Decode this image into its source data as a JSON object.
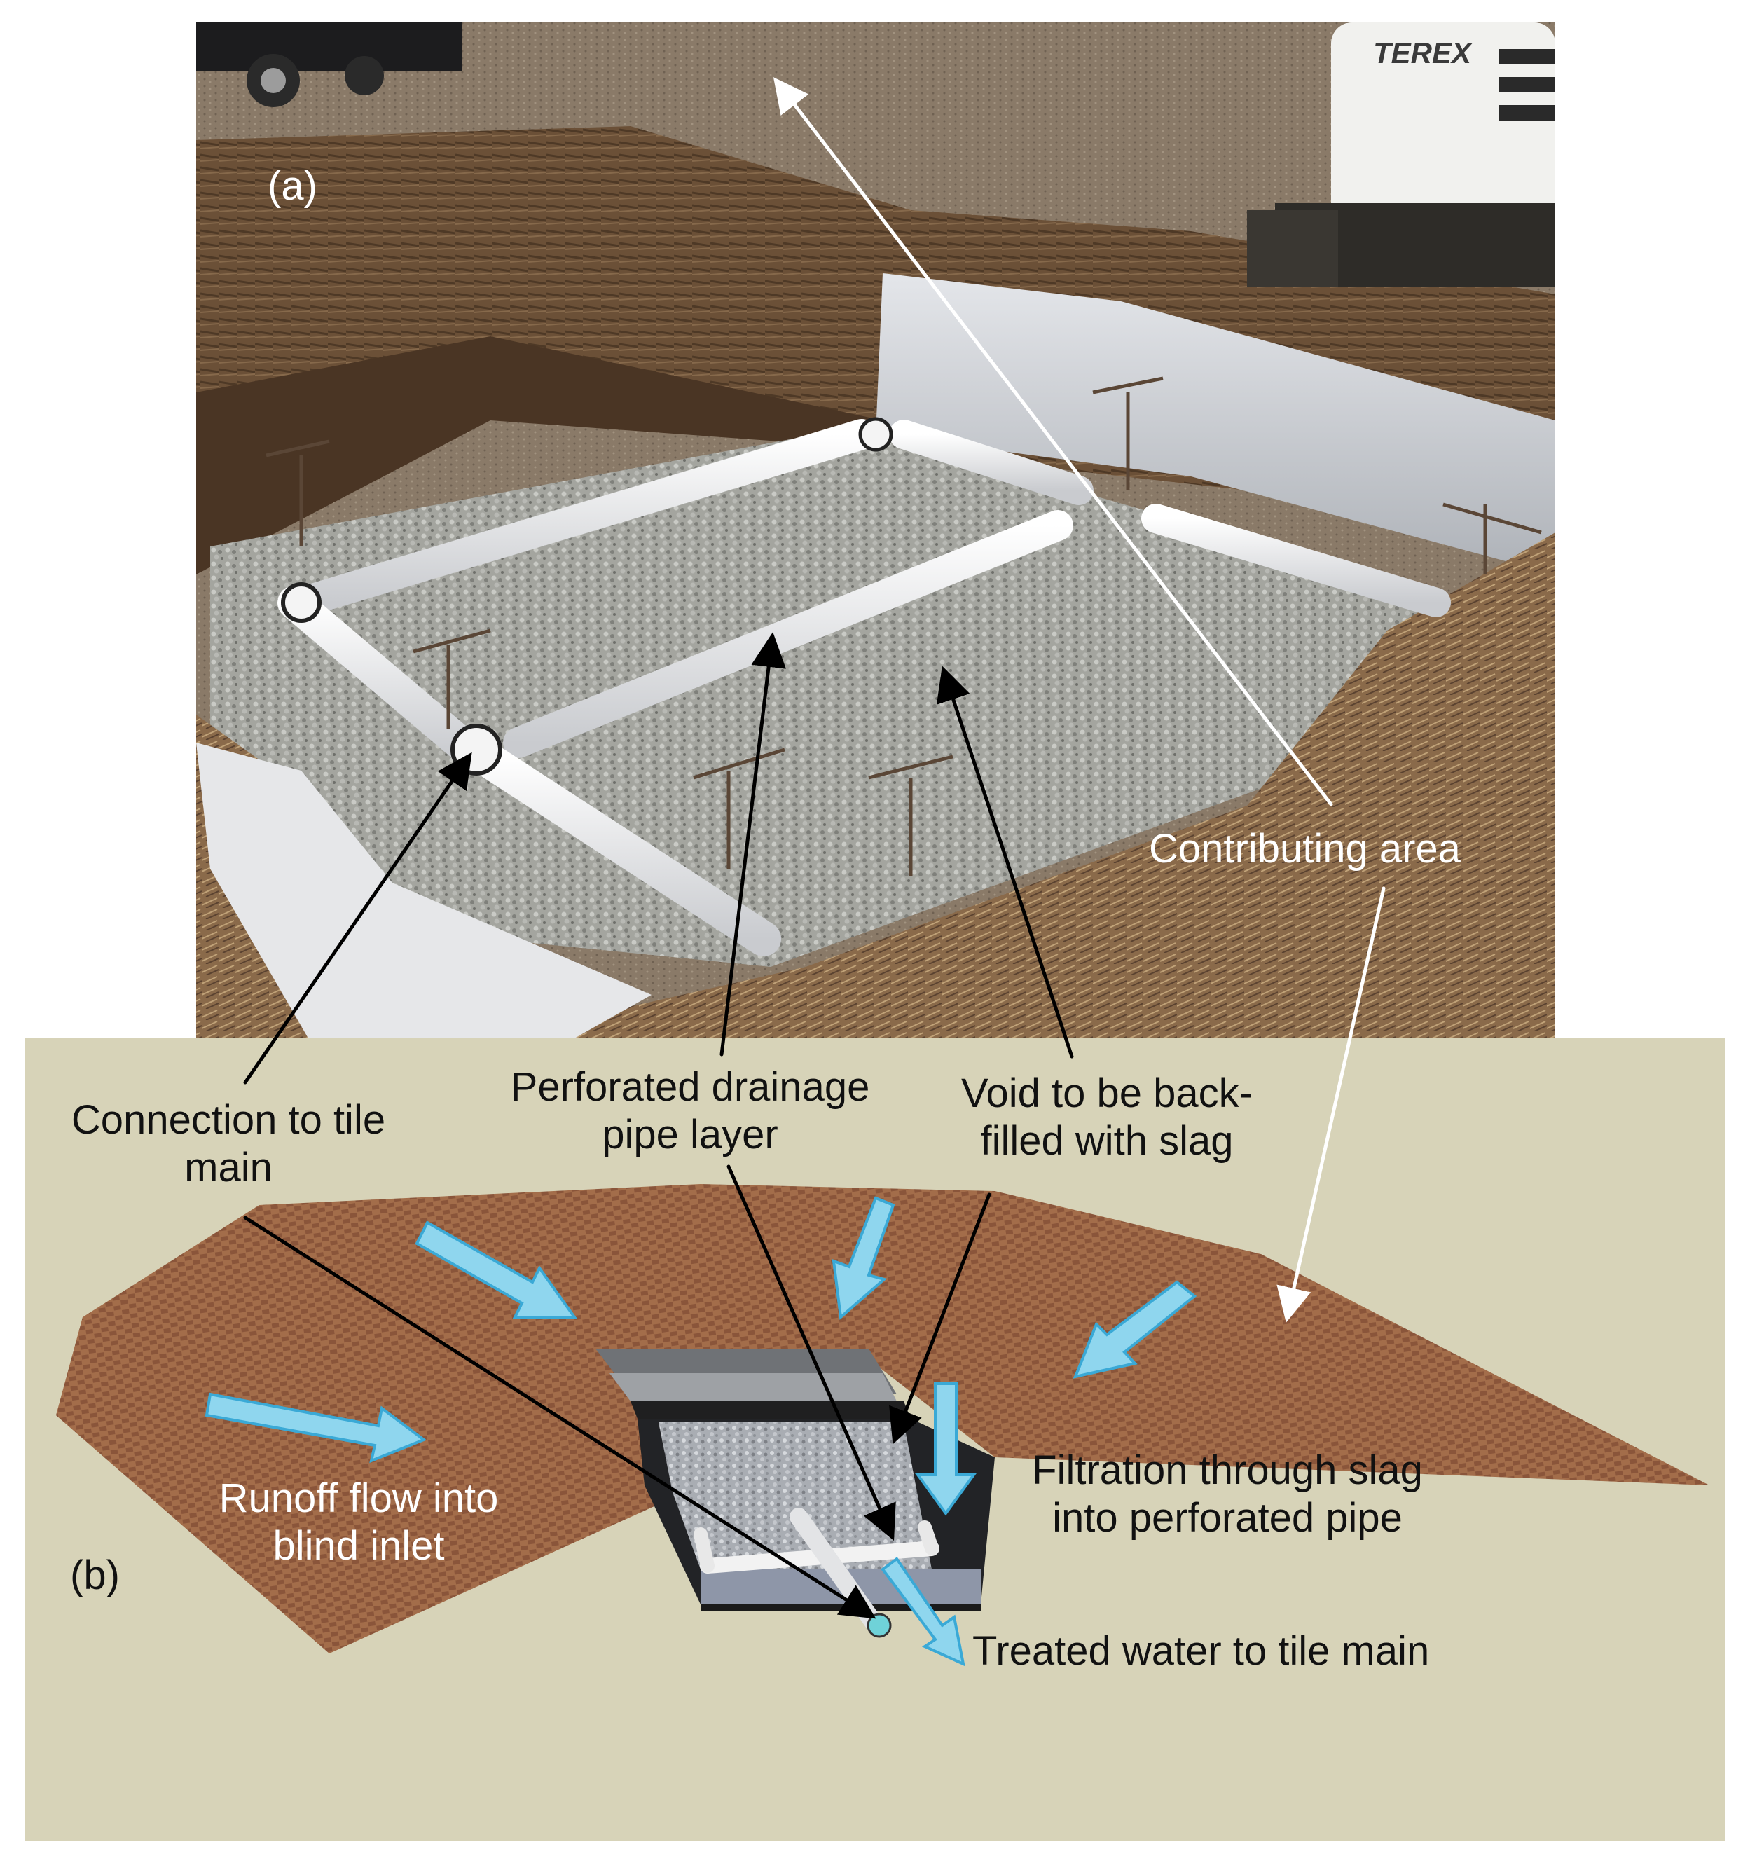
{
  "figure": {
    "panel_a_label": "(a)",
    "panel_b_label": "(b)",
    "colors": {
      "diagram_background": "#d7d3b8",
      "soil_surface": "#a06a48",
      "soil_stripe": "#7c4a32",
      "gravel": "#b8bcc2",
      "pipe": "#f2f2f2",
      "flow_arrow": "#8fd6ee",
      "flow_arrow_edge": "#3aa9d6",
      "annotation_dark": "#111111",
      "annotation_light": "#ffffff"
    },
    "labels": {
      "contributing_area": "Contributing area",
      "connection_line1": "Connection to tile",
      "connection_line2": "main",
      "perforated_line1": "Perforated drainage",
      "perforated_line2": "pipe layer",
      "void_line1": "Void to be back-",
      "void_line2": "filled with slag",
      "filtration_line1": "Filtration through slag",
      "filtration_line2": "into perforated pipe",
      "runoff_line1": "Runoff flow into",
      "runoff_line2": "blind inlet",
      "treated": "Treated water to tile main"
    },
    "photo_text": {
      "machine_brand": "TEREX"
    }
  }
}
